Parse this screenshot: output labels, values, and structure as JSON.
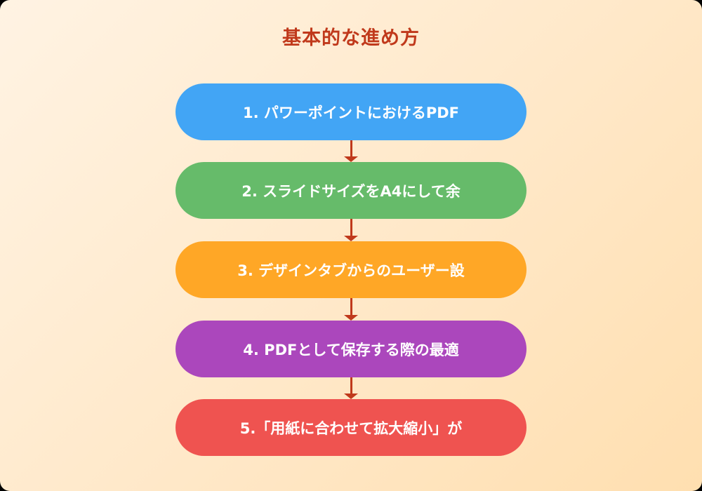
{
  "diagram": {
    "title": "基本的な進め方",
    "title_color": "#c0391b",
    "arrow_color": "#c0391b",
    "background_gradient": [
      "#fff3e3",
      "#ffdfb0"
    ],
    "steps": [
      {
        "label": "1. パワーポイントにおけるPDF",
        "color": "#42a5f5"
      },
      {
        "label": "2. スライドサイズをA4にして余",
        "color": "#66bb6a"
      },
      {
        "label": "3. デザインタブからのユーザー設",
        "color": "#ffa726"
      },
      {
        "label": "4. PDFとして保存する際の最適",
        "color": "#ab47bc"
      },
      {
        "label": "5.「用紙に合わせて拡大縮小」が",
        "color": "#ef5350"
      }
    ],
    "edges": [
      {
        "from": 1,
        "to": 2
      },
      {
        "from": 2,
        "to": 3
      },
      {
        "from": 3,
        "to": 4
      },
      {
        "from": 4,
        "to": 5
      }
    ]
  }
}
